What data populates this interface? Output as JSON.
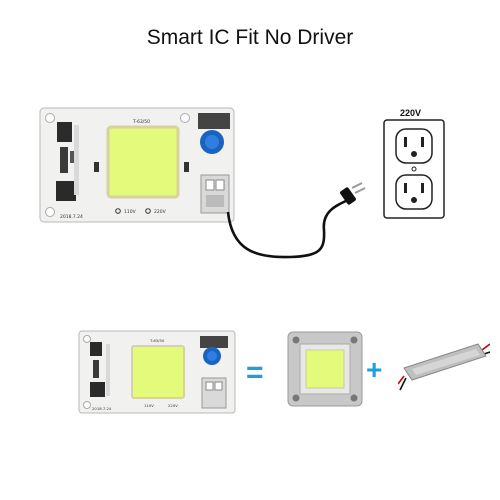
{
  "title": "Smart IC Fit No Driver",
  "board_large": {
    "top_label": "T-63/50",
    "v1": "110V",
    "v2": "220V",
    "date": "2018.7.24"
  },
  "board_small": {
    "top_label": "T-63/50",
    "v1": "110V",
    "v2": "220V",
    "date": "2018.7.24"
  },
  "outlet": {
    "voltage": "220V"
  },
  "equals_sign": "=",
  "plus_sign": "+",
  "colors": {
    "led": "#e4fa7a",
    "accent": "#1aa0e0",
    "board": "#f1f1ef",
    "heatsink": "#c8c8c8"
  }
}
